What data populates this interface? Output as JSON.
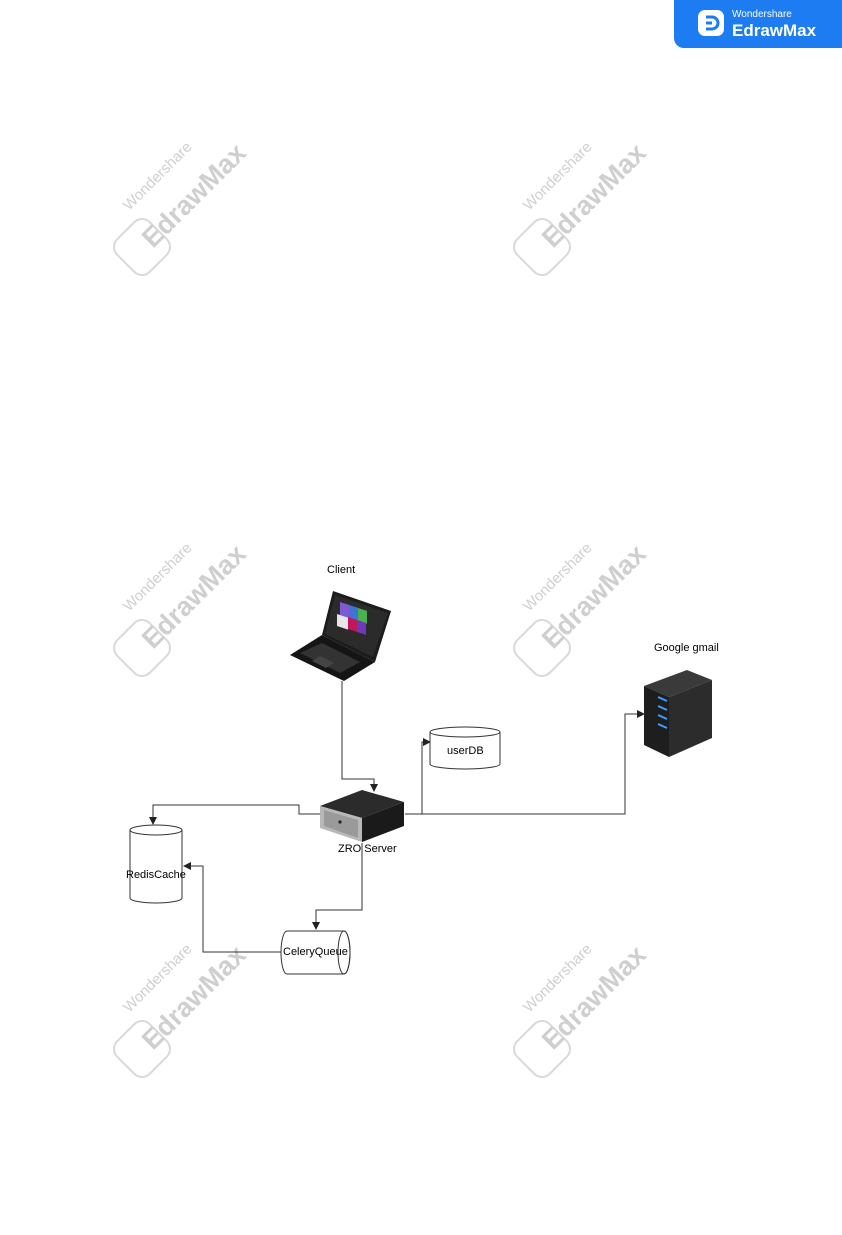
{
  "brand": {
    "company": "Wondershare",
    "product": "EdrawMax",
    "color": "#1e7cf2"
  },
  "watermark": {
    "company": "Wondershare",
    "product": "EdrawMax"
  },
  "diagram": {
    "nodes": {
      "client": "Client",
      "gmail": "Google gmail",
      "userdb": "userDB",
      "server": "ZRO Server",
      "redis": "RedisCache",
      "celery": "CeleryQueue"
    }
  }
}
